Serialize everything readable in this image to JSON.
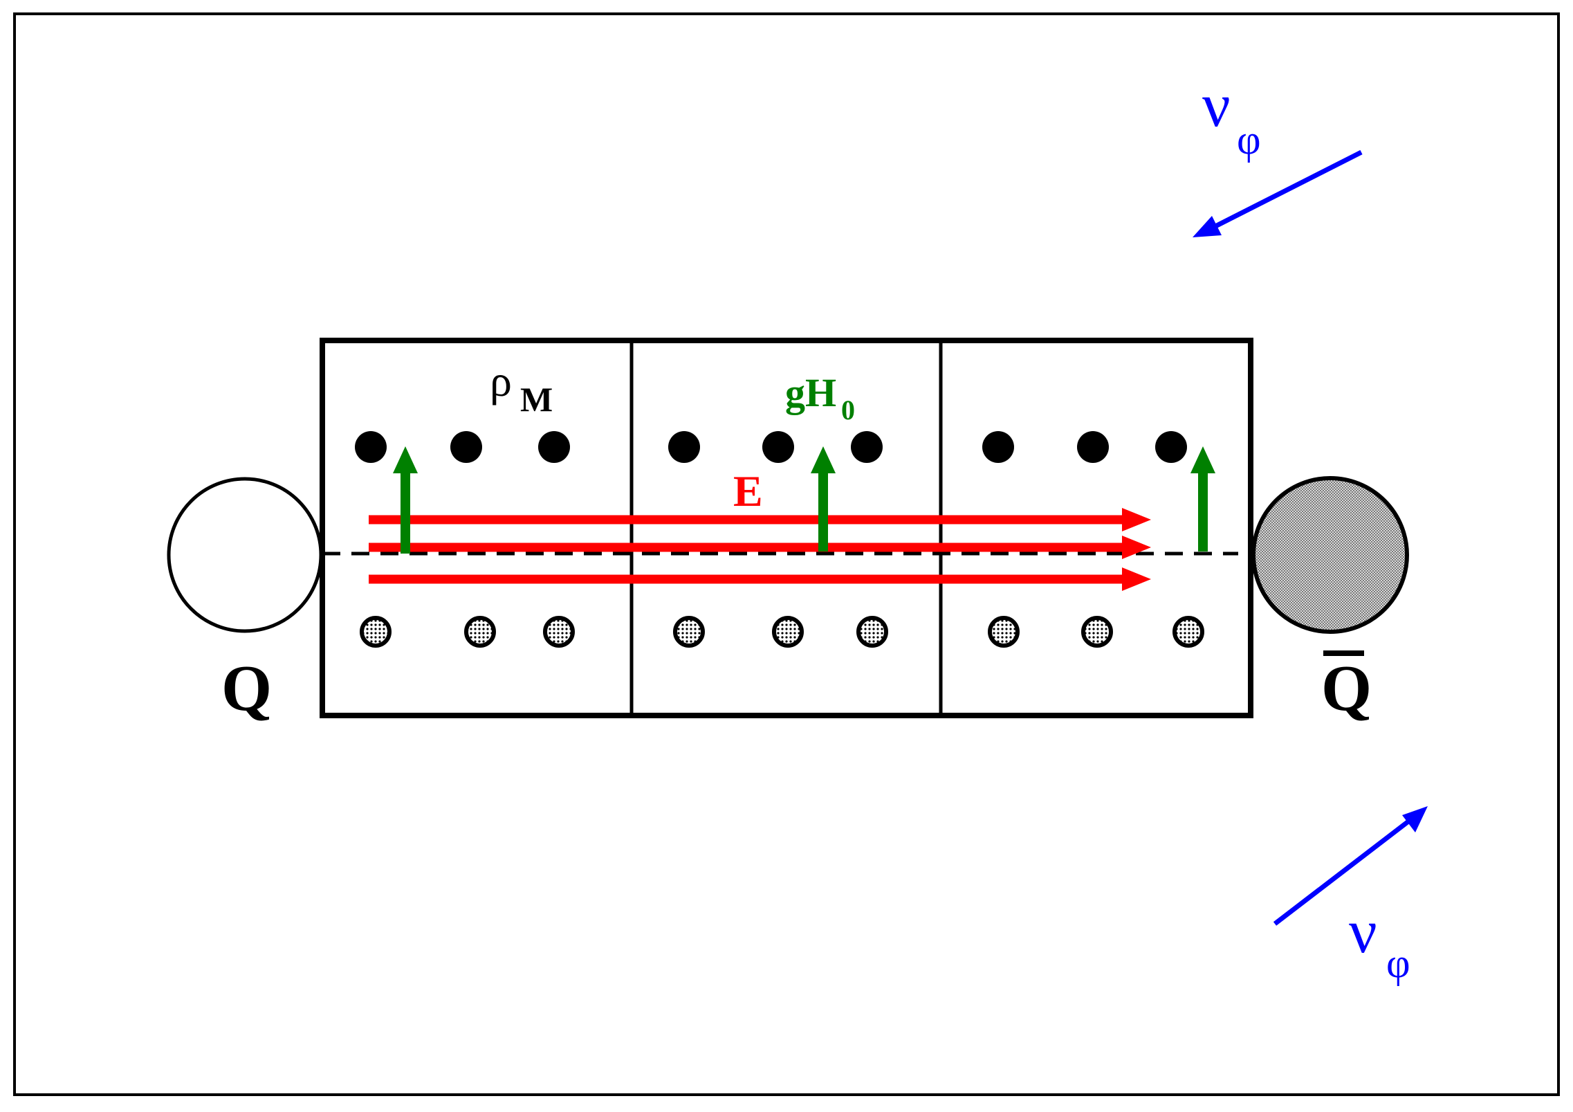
{
  "labels": {
    "rho": "ρ",
    "rho_sub": "M",
    "gh_main": "gH",
    "gh_sub": "0",
    "field": "E",
    "quark": "Q",
    "antiquark": "Q",
    "nu_top": "ν",
    "nu_top_sub": "φ",
    "nu_bottom": "ν",
    "nu_bottom_sub": "φ"
  },
  "colors": {
    "field_arrows": "#ff0000",
    "gh_arrows": "#008000",
    "nu_arrows": "#0000ff",
    "outline": "#000000",
    "antiquark_fill": "#bdbdbd"
  },
  "counts": {
    "tube_segments": 3,
    "monopoles_per_segment": 3,
    "antimonopoles_per_segment": 3,
    "field_lines": 3,
    "gh_arrows": 3
  }
}
